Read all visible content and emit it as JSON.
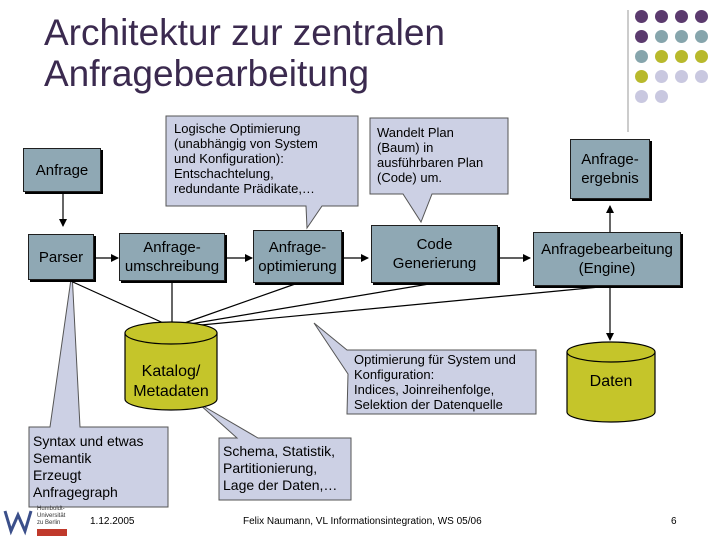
{
  "title_lines": [
    "Architektur zur zentralen",
    "Anfragebearbeitung"
  ],
  "colors": {
    "title": "#3b2a4f",
    "box": "#8fa8b4",
    "cylinder": "#c5c52a",
    "bubble": "#ccd0e4",
    "decor_purple": "#5b3a6e",
    "decor_teal": "#86a5ac",
    "decor_olive": "#b8b92c",
    "decor_lavender": "#c9c8e0"
  },
  "boxes": {
    "anfrage": "Anfrage",
    "parser": "Parser",
    "umschreibung": [
      "Anfrage-",
      "umschreibung"
    ],
    "optimierung": [
      "Anfrage-",
      "optimierung"
    ],
    "codegen": [
      "Code",
      "Generierung"
    ],
    "engine": [
      "Anfragebearbeitung",
      "(Engine)"
    ],
    "ergebnis": [
      "Anfrage-",
      "ergebnis"
    ]
  },
  "cylinders": {
    "katalog": [
      "Katalog/",
      "Metadaten"
    ],
    "daten": "Daten"
  },
  "bubbles": {
    "optimierung_top": [
      "Logische Optimierung",
      "(unabhängig von System",
      "und Konfiguration):",
      "Entschachtelung,",
      "redundante Prädikate,…"
    ],
    "codegen_top": [
      "Wandelt Plan",
      "(Baum) in",
      "ausführbaren Plan",
      "(Code) um."
    ],
    "optimierung_bottom": [
      "Optimierung für System und",
      "Konfiguration:",
      "Indices, Joinreihenfolge,",
      "Selektion der Datenquelle"
    ],
    "parser_bottom": [
      "Syntax und etwas",
      "Semantik",
      "Erzeugt",
      "Anfragegraph"
    ],
    "katalog_bottom": [
      "Schema, Statistik,",
      "Partitionierung,",
      "Lage der Daten,…"
    ]
  },
  "decor": {
    "grid_colors": [
      [
        "purple",
        "purple",
        "purple",
        "purple"
      ],
      [
        "purple",
        "teal",
        "teal",
        "teal"
      ],
      [
        "teal",
        "olive",
        "olive",
        "olive"
      ],
      [
        "olive",
        "lavender",
        "lavender",
        "lavender"
      ],
      [
        "lavender",
        "lavender",
        "",
        ""
      ]
    ]
  },
  "footer": {
    "date": "1.12.2005",
    "center": "Felix Naumann, VL Informationsintegration, WS 05/06",
    "page": "6"
  },
  "logo": {
    "text": [
      "Humboldt-",
      "Universität",
      "zu Berlin"
    ]
  }
}
